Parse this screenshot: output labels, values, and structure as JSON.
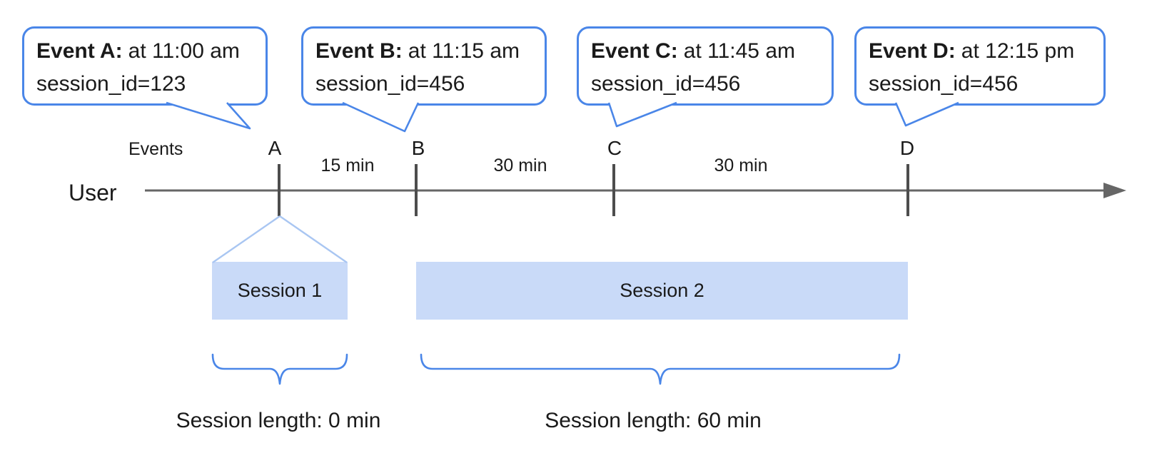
{
  "callouts": [
    {
      "event": "Event A:",
      "time": "at 11:00 am",
      "session_id": "session_id=123"
    },
    {
      "event": "Event B:",
      "time": "at 11:15 am",
      "session_id": "session_id=456"
    },
    {
      "event": "Event C:",
      "time": "at 11:45 am",
      "session_id": "session_id=456"
    },
    {
      "event": "Event D:",
      "time": "at 12:15 pm",
      "session_id": "session_id=456"
    }
  ],
  "timeline": {
    "events_label": "Events",
    "actor_label": "User",
    "markers": [
      "A",
      "B",
      "C",
      "D"
    ],
    "gaps": [
      "15 min",
      "30 min",
      "30 min"
    ]
  },
  "sessions": [
    {
      "label": "Session 1",
      "length_label": "Session length: 0 min"
    },
    {
      "label": "Session 2",
      "length_label": "Session length: 60 min"
    }
  ],
  "colors": {
    "callout_border": "#4a86e8",
    "session_fill": "#c9daf8",
    "funnel_line": "#a9c6f2",
    "brace": "#4a86e8",
    "axis": "#666666",
    "tick": "#4d4d4d",
    "text": "#1a1a1a"
  }
}
